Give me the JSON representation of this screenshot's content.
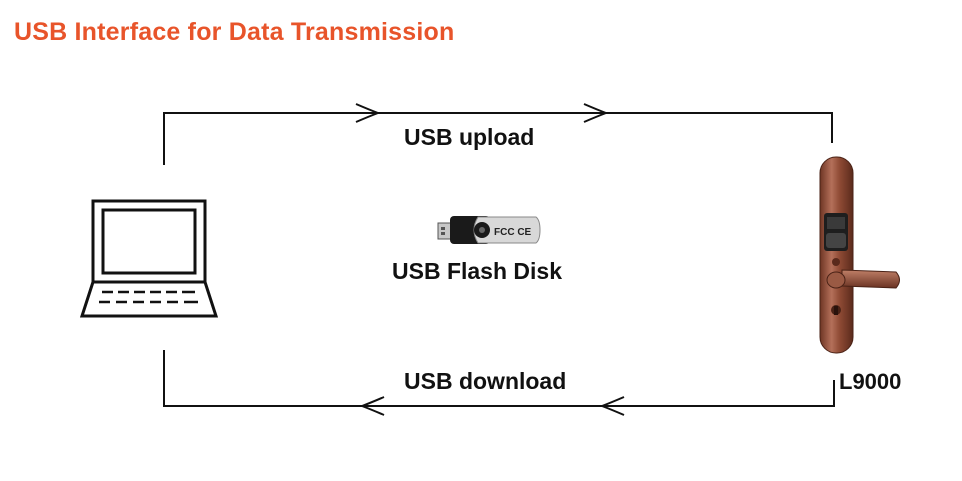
{
  "title": "USB Interface for Data Transmission",
  "upload_label": "USB upload",
  "flash_disk_label": "USB Flash Disk",
  "download_label": "USB download",
  "lock_label": "L9000",
  "flash_drive_marks": "FCC CE",
  "colors": {
    "title": "#e8542a",
    "line": "#111111",
    "lock_body": "#8e4a34"
  },
  "icons": [
    "laptop-icon",
    "usb-flash-drive-icon",
    "door-lock-icon",
    "arrow-right-icon",
    "arrow-left-icon"
  ]
}
